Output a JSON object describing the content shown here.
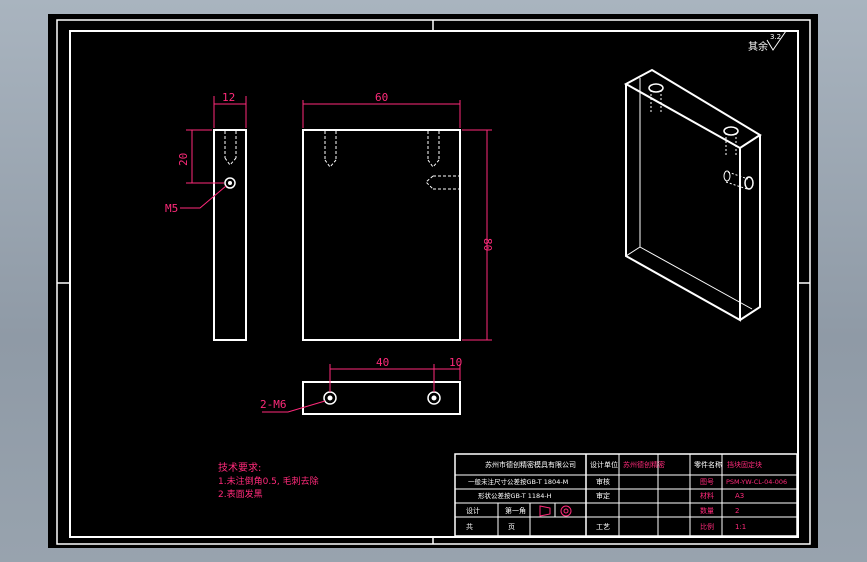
{
  "colors": {
    "background": "#000000",
    "frame": "#ffffff",
    "dimension": "#ff2a7a",
    "hidden_line": "#ffffff",
    "title_text": "#ff2a7a",
    "header_text": "#ffffff"
  },
  "roughness": {
    "symbol_label": "其余",
    "value": "3.2"
  },
  "dimensions": {
    "side_width": "12",
    "side_hole_height": "20",
    "side_thread": "M5",
    "front_width": "60",
    "front_height": "80",
    "bottom_spacing": "40",
    "bottom_edge": "10",
    "bottom_thread": "2-M6"
  },
  "tech_requirements": {
    "heading": "技术要求:",
    "items": [
      "1.未注倒角0.5, 毛刺去除",
      "2.表面发黑"
    ]
  },
  "title_block": {
    "company": "苏州市德创精密模具有限公司",
    "row2": "一般未注尺寸公差按GB-T 1804-M",
    "row3": "形状公差按GB-T 1184-H",
    "projection": "第一角",
    "labels": [
      "设计",
      "审核",
      "审定",
      "工艺"
    ],
    "designer_label": "设计单位",
    "designer": "苏州德创精密",
    "part_label": "零件名称",
    "part_name": "挡块固定块",
    "drawing_no_label": "图号",
    "drawing_no": "PSM-YW-CL-04-006",
    "material_label": "材料",
    "material": "A3",
    "qty_label": "数量",
    "qty": "2",
    "scale_label": "比例",
    "scale": "1:1",
    "bottom_left": [
      "共",
      "页"
    ]
  }
}
